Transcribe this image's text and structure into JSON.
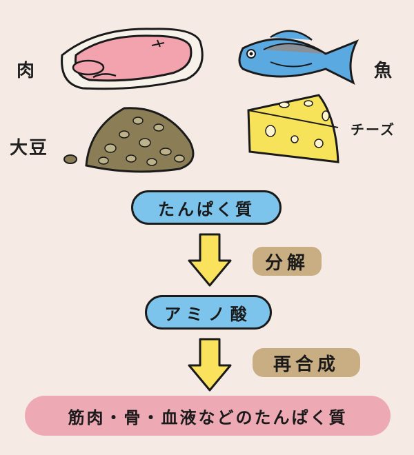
{
  "foods": {
    "meat": "肉",
    "fish": "魚",
    "soybean": "大豆",
    "cheese": "チーズ"
  },
  "flow": {
    "protein": "たんぱく質",
    "breakdown": "分解",
    "amino_acid": "アミノ酸",
    "resynthesis": "再合成",
    "result": "筋肉・骨・血液などのたんぱく質"
  },
  "colors": {
    "background": "#f5ebe4",
    "blue_pill": "#7cc4ec",
    "pink_pill": "#eeaab4",
    "tag": "#c9ae84",
    "arrow": "#fbe25c"
  }
}
